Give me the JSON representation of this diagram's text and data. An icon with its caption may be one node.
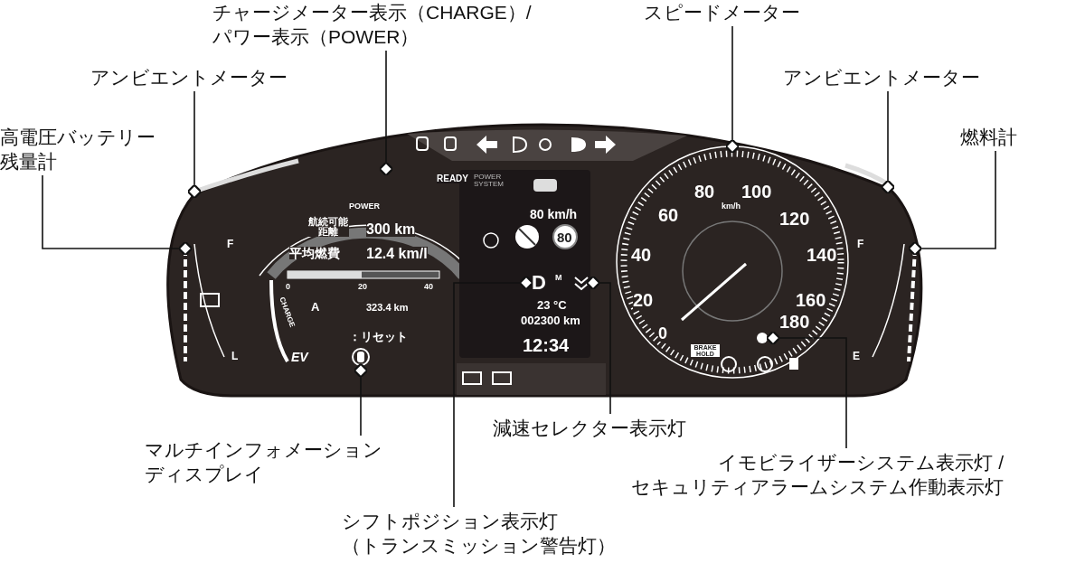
{
  "diagram": {
    "nodes": [
      {
        "text": [
          "高電圧バッテリー残量計"
        ]
      },
      {
        "text": [
          "アンビエントメーター"
        ]
      },
      {
        "text": [
          "チャージメーター表示（CHARGE）/パワー表示（POWER）"
        ]
      },
      {
        "text": [
          "スピードメーター"
        ]
      },
      {
        "text": [
          "アンビエントメーター"
        ]
      },
      {
        "text": [
          "燃料計"
        ]
      },
      {
        "text": [
          "マルチインフォメーションディスプレイ"
        ]
      },
      {
        "text": [
          "シフトポジション表示灯（トランスミッション警告灯）"
        ]
      },
      {
        "text": [
          "減速セレクター表示灯"
        ]
      },
      {
        "text": [
          "イモビライザーシステム表示灯 /セキュリティアラームシステム作動表示灯"
        ]
      },
      {
        "text": [
          "D"
        ]
      },
      {
        "text": [],
        "shape": "picture"
      },
      {
        "text": [],
        "shape": "circle"
      },
      {
        "text": [],
        "shape": "picture"
      }
    ],
    "edges": [
      {
        "from": 0,
        "to": null,
        "arrow": "other"
      },
      {
        "from": 1,
        "to": null,
        "arrow": "other"
      },
      {
        "from": 2,
        "to": null,
        "arrow": "other"
      },
      {
        "from": 3,
        "to": null,
        "arrow": "other"
      },
      {
        "from": 4,
        "to": null,
        "arrow": "other"
      },
      {
        "from": 5,
        "to": null,
        "arrow": "other"
      },
      {
        "from": 6,
        "to": 13,
        "arrow": "other"
      },
      {
        "from": 7,
        "to": 10,
        "arrow": "other"
      },
      {
        "from": 8,
        "to": 11,
        "arrow": "other"
      },
      {
        "from": 9,
        "to": 12,
        "arrow": "other"
      }
    ],
    "labels": [
      "READY",
      "POWER SYSTEM",
      "POWER",
      "航続可能距離",
      "300 km",
      "80 km/h",
      "80",
      "80",
      "100",
      "km/h",
      "60",
      "120",
      "平均燃費",
      "12.4 km/l",
      "F",
      "40",
      "140",
      "F",
      "0",
      "20",
      "40",
      "M",
      "A",
      "323.4 km",
      "23 °C",
      "002300 km",
      "20",
      "160",
      "CHARGE",
      "：リセット",
      "12:34",
      "0",
      "BRAKE HOLD",
      "180",
      "L",
      "EV",
      "E"
    ]
  }
}
